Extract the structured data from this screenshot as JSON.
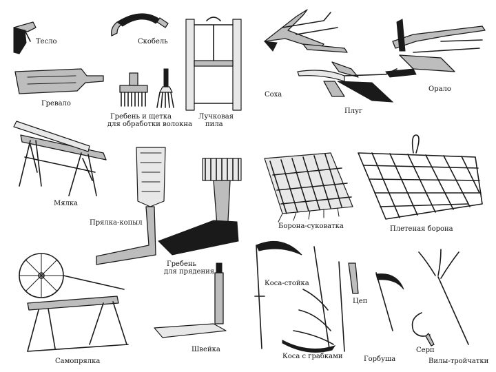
{
  "labels": {
    "teslo": "Тесло",
    "skoben": "Скобель",
    "grevalo": "Гревало",
    "greben_l1": "Гребень и щетка",
    "greben_l2": "для обработки волокна",
    "pila_l1": "Лучковая",
    "pila_l2": "пила",
    "sokha": "Соха",
    "plug": "Плуг",
    "oralo": "Орало",
    "myalka": "Мялка",
    "pryalka": "Прялка-копыл",
    "greben_pr_l1": "Гребень",
    "greben_pr_l2": "для прядения",
    "borona_s": "Борона-суковатка",
    "borona_p": "Плетеная борона",
    "kosa_st": "Коса-стойка",
    "tsep": "Цеп",
    "kosa_gr": "Коса с грабками",
    "gorbusha": "Горбуша",
    "serp": "Серп",
    "vily": "Вилы-тройчатки",
    "samopryalka": "Самопрялка",
    "shveyka": "Швейка"
  }
}
